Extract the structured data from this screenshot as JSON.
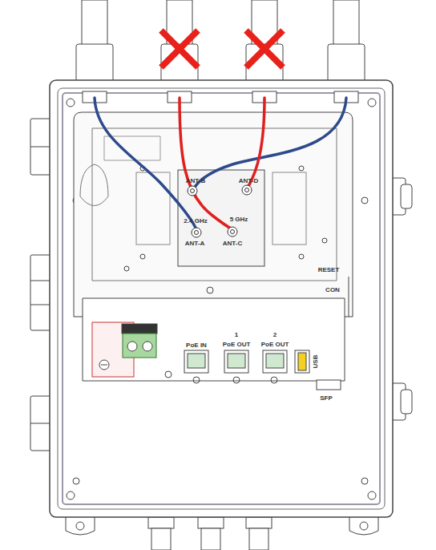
{
  "diagram": {
    "labels": [
      "ANT-B",
      "ANT-D",
      "2.4 GHz",
      "5 GHz",
      "ANT-A",
      "ANT-C",
      "RESET",
      "CON",
      "PoE IN",
      "1",
      "PoE OUT",
      "2",
      "PoE OUT",
      "USB",
      "SFP"
    ]
  }
}
